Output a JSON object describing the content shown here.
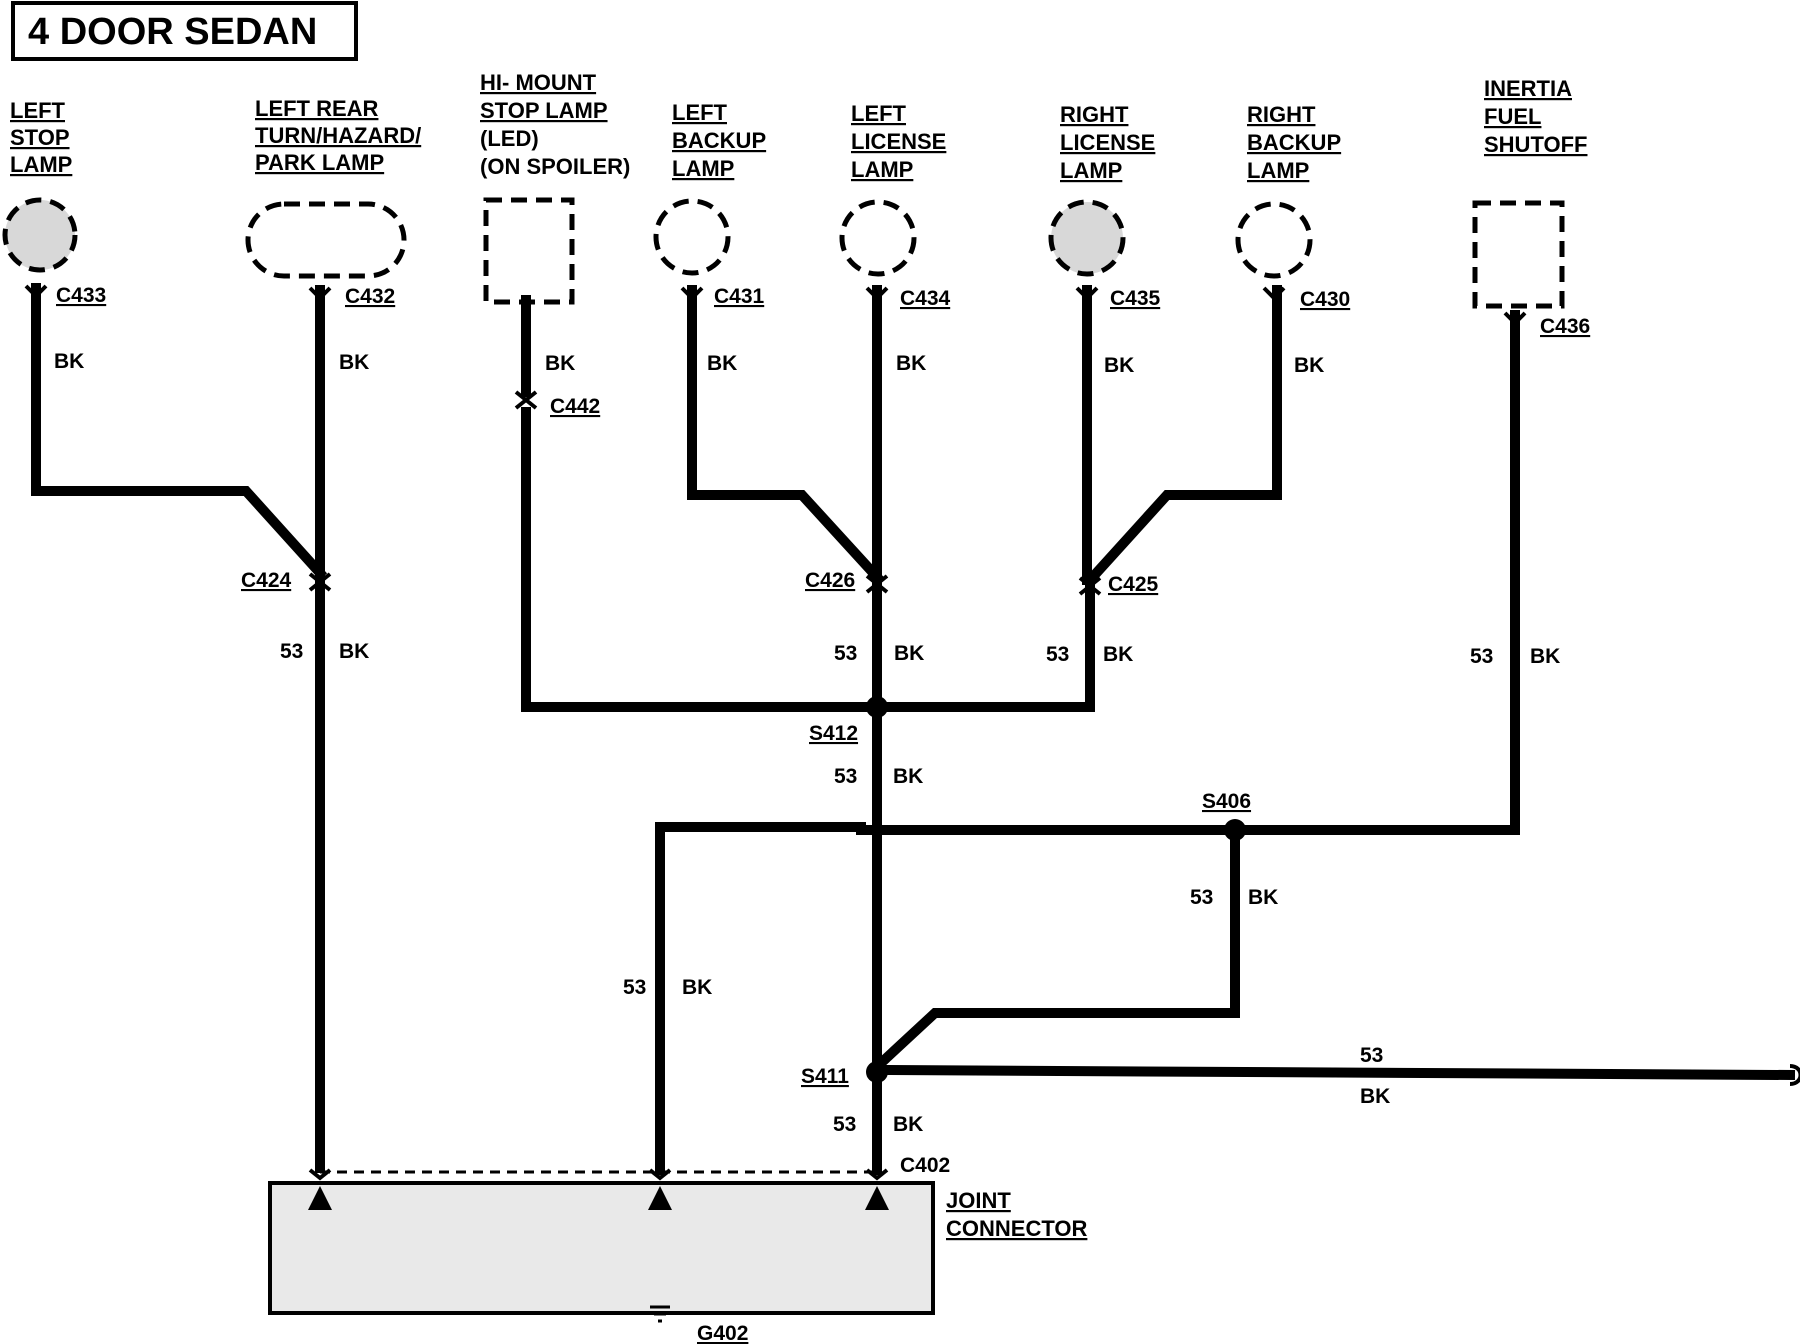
{
  "title": "4 DOOR SEDAN",
  "components": {
    "left_stop_lamp": [
      "LEFT",
      "STOP",
      "LAMP"
    ],
    "left_rear_lamp": [
      "LEFT REAR",
      "TURN/HAZARD/",
      "PARK LAMP"
    ],
    "hi_mount_stop_lamp": [
      "HI- MOUNT",
      "STOP LAMP",
      "(LED)",
      "(ON SPOILER)"
    ],
    "left_backup_lamp": [
      "LEFT",
      "BACKUP",
      "LAMP"
    ],
    "left_license_lamp": [
      "LEFT",
      "LICENSE",
      "LAMP"
    ],
    "right_license_lamp": [
      "RIGHT",
      "LICENSE",
      "LAMP"
    ],
    "right_backup_lamp": [
      "RIGHT",
      "BACKUP",
      "LAMP"
    ],
    "inertia_fuel_shutoff": [
      "INERTIA",
      "FUEL",
      "SHUTOFF"
    ],
    "joint_connector": [
      "JOINT",
      "CONNECTOR"
    ]
  },
  "connectors": {
    "c433": "C433",
    "c432": "C432",
    "c442": "C442",
    "c431": "C431",
    "c434": "C434",
    "c435": "C435",
    "c430": "C430",
    "c436": "C436",
    "c424": "C424",
    "c426": "C426",
    "c425": "C425",
    "c402": "C402"
  },
  "splices": {
    "s412": "S412",
    "s406": "S406",
    "s411": "S411"
  },
  "ground": "G402",
  "wire": {
    "color": "BK",
    "circuit": "53"
  }
}
